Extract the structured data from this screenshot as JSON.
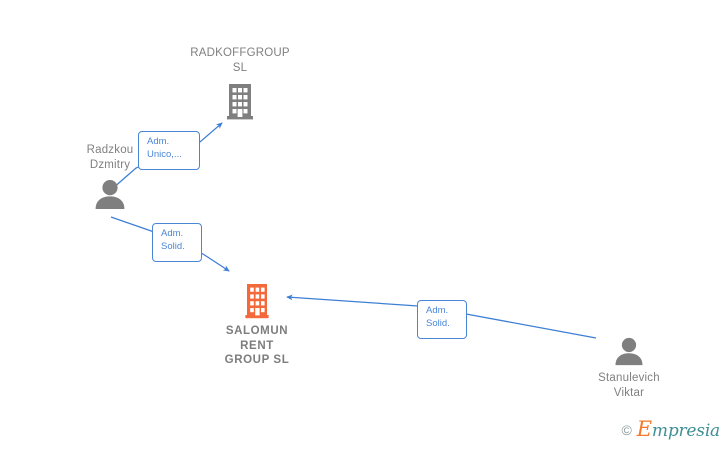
{
  "graph": {
    "nodes": [
      {
        "id": "radkoffgroup",
        "type": "company",
        "label": "RADKOFFGROUP\nSL",
        "icon": "building-icon",
        "color": "#808080",
        "bold": false
      },
      {
        "id": "radzkou",
        "type": "person",
        "label": "Radzkou\nDzmitry",
        "icon": "person-icon",
        "color": "#808080",
        "bold": false
      },
      {
        "id": "salomun",
        "type": "company",
        "label": "SALOMUN\nRENT\nGROUP  SL",
        "icon": "building-icon",
        "color": "#F4693B",
        "bold": true
      },
      {
        "id": "stanulevich",
        "type": "person",
        "label": "Stanulevich\nViktar",
        "icon": "person-icon",
        "color": "#808080",
        "bold": false
      }
    ],
    "edges": [
      {
        "id": "edge-radzkou-radkoffgroup",
        "from": "radzkou",
        "to": "radkoffgroup",
        "label": "Adm.\nUnico,...",
        "color": "#4a86d6"
      },
      {
        "id": "edge-radzkou-salomun",
        "from": "radzkou",
        "to": "salomun",
        "label": "Adm.\nSolid.",
        "color": "#4a86d6"
      },
      {
        "id": "edge-stanulevich-salomun",
        "from": "stanulevich",
        "to": "salomun",
        "label": "Adm.\nSolid.",
        "color": "#4a86d6"
      }
    ]
  },
  "watermark": {
    "copyright": "©",
    "brand_initial": "E",
    "brand_rest": "mpresia"
  }
}
